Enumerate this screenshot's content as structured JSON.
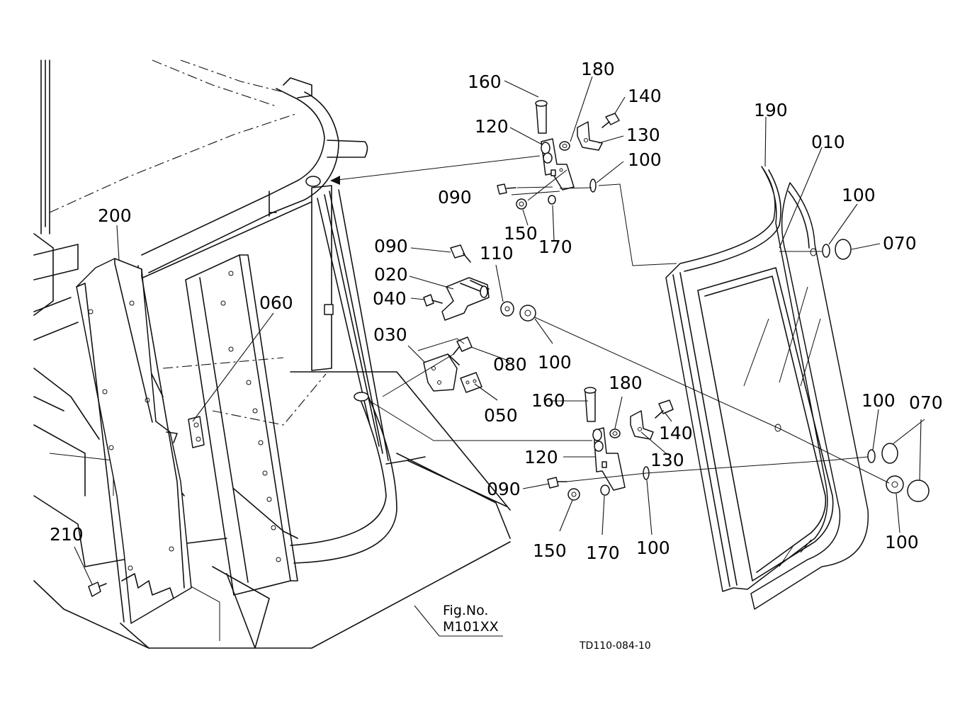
{
  "figure": {
    "fig_label": "Fig.No.",
    "fig_number": "M101XX",
    "drawing_code": "TD110-084-10"
  },
  "callouts": {
    "c160a": "160",
    "c180a": "180",
    "c140a": "140",
    "c120a": "120",
    "c130a": "130",
    "c100a": "100",
    "c090a": "090",
    "c150a": "150",
    "c170a": "170",
    "c190": "190",
    "c010": "010",
    "c100b": "100",
    "c070a": "070",
    "c200": "200",
    "c090b": "090",
    "c110": "110",
    "c020": "020",
    "c040": "040",
    "c060": "060",
    "c100c": "100",
    "c030": "030",
    "c080": "080",
    "c050": "050",
    "c160b": "160",
    "c180b": "180",
    "c140b": "140",
    "c120b": "120",
    "c130b": "130",
    "c090c": "090",
    "c150b": "150",
    "c170b": "170",
    "c100d": "100",
    "c100e": "100",
    "c070b": "070",
    "c100f": "100",
    "c210": "210"
  }
}
